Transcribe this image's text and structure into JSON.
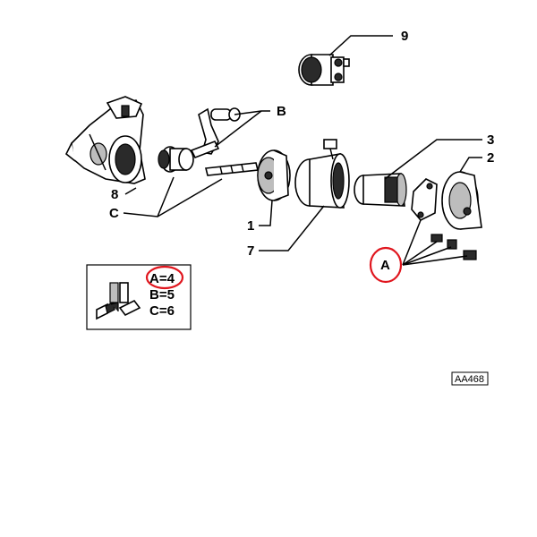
{
  "callouts": {
    "c9": "9",
    "cB": "B",
    "c3": "3",
    "c2": "2",
    "c8": "8",
    "cC": "C",
    "c1": "1",
    "c7": "7",
    "cA": "A"
  },
  "legend": {
    "line_a": "A=4",
    "line_b": "B=5",
    "line_c": "C=6"
  },
  "reference_code": "AA468",
  "colors": {
    "highlight": "#e0161e",
    "ink": "#000000"
  }
}
